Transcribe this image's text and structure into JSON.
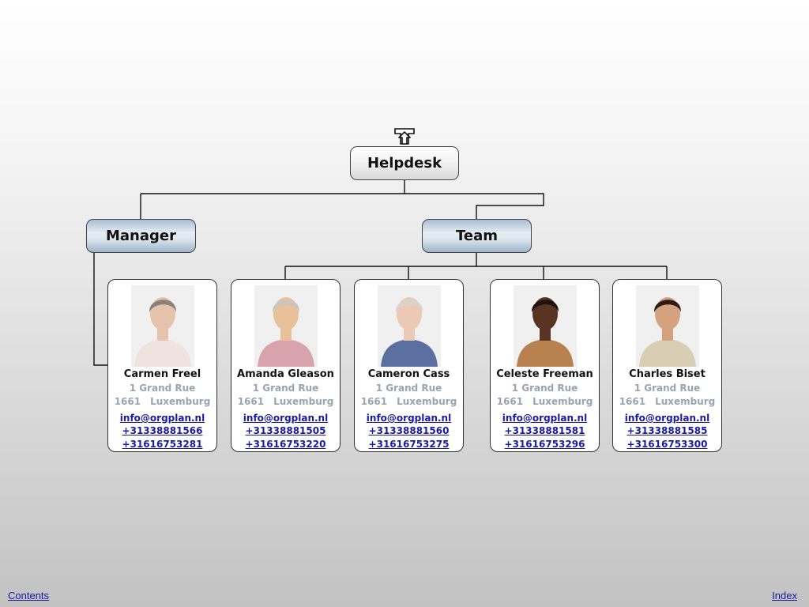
{
  "chart": {
    "root": "Helpdesk",
    "manager": "Manager",
    "team": "Team"
  },
  "people": [
    {
      "name": "Carmen Freel",
      "street": "1 Grand Rue",
      "zip": "1661",
      "city": "Luxemburg",
      "email": "info@orgplan.nl",
      "phone1": "+31338881566",
      "phone2": "+31616753281",
      "shirt": "#efe3e0",
      "skin": "#e6c3ad",
      "hair": "#8a8178"
    },
    {
      "name": "Amanda Gleason",
      "street": "1 Grand Rue",
      "zip": "1661",
      "city": "Luxemburg",
      "email": "info@orgplan.nl",
      "phone1": "+31338881505",
      "phone2": "+31616753220",
      "shirt": "#d9a3ad",
      "skin": "#e8c09a",
      "hair": "#c9c6c2"
    },
    {
      "name": "Cameron Cass",
      "street": "1 Grand Rue",
      "zip": "1661",
      "city": "Luxemburg",
      "email": "info@orgplan.nl",
      "phone1": "+31338881560",
      "phone2": "+31616753275",
      "shirt": "#5c6fa1",
      "skin": "#ecc9b4",
      "hair": "#d8d4cd"
    },
    {
      "name": "Celeste Freeman",
      "street": "1 Grand Rue",
      "zip": "1661",
      "city": "Luxemburg",
      "email": "info@orgplan.nl",
      "phone1": "+31338881581",
      "phone2": "+31616753296",
      "shirt": "#b7824f",
      "skin": "#5a3422",
      "hair": "#1d130e"
    },
    {
      "name": "Charles Biset",
      "street": "1 Grand Rue",
      "zip": "1661",
      "city": "Luxemburg",
      "email": "info@orgplan.nl",
      "phone1": "+31338881585",
      "phone2": "+31616753300",
      "shirt": "#d9cdb4",
      "skin": "#d4a27f",
      "hair": "#2a1d15"
    }
  ],
  "footer": {
    "contents": "Contents",
    "index": "Index"
  }
}
